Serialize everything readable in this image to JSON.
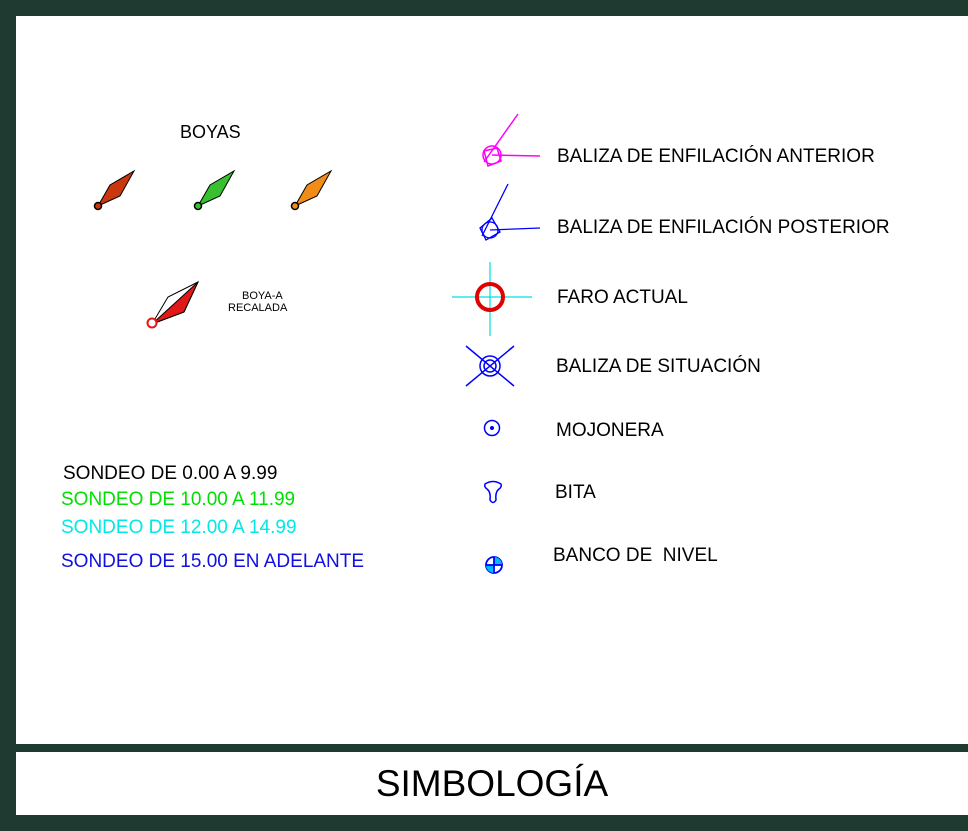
{
  "title": "SIMBOLOGÍA",
  "boyas": {
    "heading": "BOYAS",
    "colors": [
      "#c8380c",
      "#38c030",
      "#f08c18"
    ],
    "recalada_label_1": "BOYA-A",
    "recalada_label_2": "RECALADA",
    "recalada_color": "#e01818"
  },
  "sondeos": [
    {
      "label": "SONDEO DE 0.00 A 9.99",
      "color": "#000000"
    },
    {
      "label": "SONDEO DE 10.00 A 11.99",
      "color": "#00e000"
    },
    {
      "label": "SONDEO DE 12.00 A 14.99",
      "color": "#00e8e8"
    },
    {
      "label": "SONDEO DE 15.00 EN ADELANTE",
      "color": "#1010e0"
    }
  ],
  "legend": [
    {
      "icon": "baliza-enfilacion-anterior-icon",
      "label": "BALIZA DE ENFILACIÓN ANTERIOR",
      "color": "#ff00ff"
    },
    {
      "icon": "baliza-enfilacion-posterior-icon",
      "label": "BALIZA DE ENFILACIÓN POSTERIOR",
      "color": "#0000ff"
    },
    {
      "icon": "faro-actual-icon",
      "label": "FARO ACTUAL",
      "color": "#e00000"
    },
    {
      "icon": "baliza-situacion-icon",
      "label": "BALIZA DE SITUACIÓN",
      "color": "#0000ff"
    },
    {
      "icon": "mojonera-icon",
      "label": "MOJONERA",
      "color": "#0000ff"
    },
    {
      "icon": "bita-icon",
      "label": "BITA",
      "color": "#0000ff"
    },
    {
      "icon": "banco-nivel-icon",
      "label": "BANCO DE  NIVEL",
      "color": "#0000ff"
    }
  ]
}
